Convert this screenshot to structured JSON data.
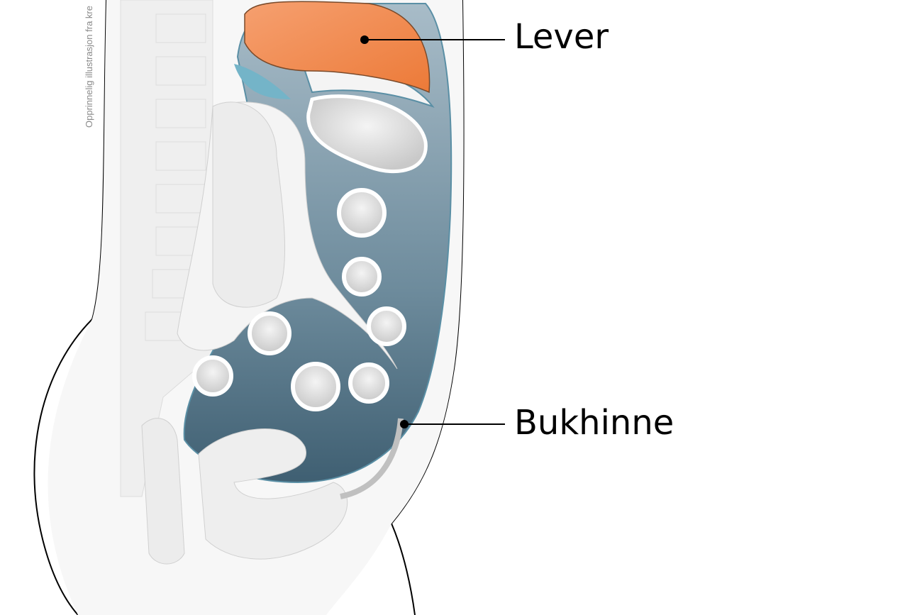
{
  "labels": {
    "liver": "Lever",
    "peritoneum": "Bukhinne"
  },
  "credit": "Opprinnelig illustrasjon fra kre",
  "colors": {
    "liver": "#f0894a",
    "peritoneum_cavity": "#4d6f82",
    "peritoneum_light": "#74b4c8",
    "tissue": "#f2f2f2",
    "outline": "#000000"
  }
}
